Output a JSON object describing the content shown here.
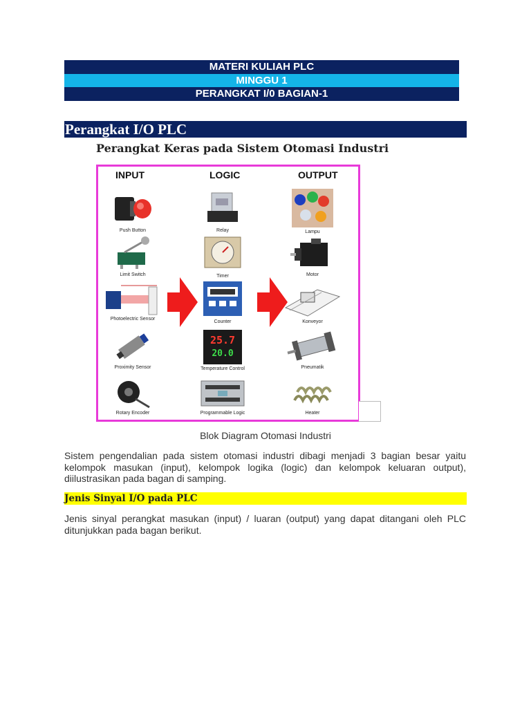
{
  "header": {
    "line1": "MATERI KULIAH PLC",
    "line2": "MINGGU 1",
    "line3": "PERANGKAT I/0 BAGIAN-1"
  },
  "section": {
    "title": "Perangkat I/O PLC",
    "subtitle": "Perangkat Keras pada Sistem Otomasi Industri"
  },
  "diagram": {
    "columns": [
      "INPUT",
      "LOGIC",
      "OUTPUT"
    ],
    "input_items": [
      "Push Button",
      "Limit Switch",
      "Photoelectric Sensor",
      "Proximity Sensor",
      "Rotary Encoder"
    ],
    "logic_items": [
      "Relay",
      "Timer",
      "Counter",
      "Temperature Control",
      "Programmable Logic"
    ],
    "output_items": [
      "Lampu",
      "Motor",
      "Konveyor",
      "Pneumatik",
      "Heater"
    ],
    "temp_display": {
      "pv": "25.7",
      "sv": "20.0"
    },
    "caption": "Blok Diagram Otomasi Industri",
    "colors": {
      "frame": "#e83ad9",
      "arrow": "#ee1c1c"
    }
  },
  "body": {
    "paragraph1": "Sistem pengendalian pada sistem otomasi industri dibagi menjadi 3 bagian besar yaitu kelompok masukan (input), kelompok logika (logic) dan kelompok keluaran output), diilustrasikan pada bagan di samping.",
    "highlight_heading": "Jenis Sinyal I/O pada PLC",
    "paragraph2": "Jenis sinyal perangkat masukan (input) / luaran (output) yang dapat ditangani oleh PLC ditunjukkan pada bagan berikut."
  },
  "colors": {
    "navy": "#0b2260",
    "cyan": "#14b4e8",
    "highlight": "#ffff00"
  }
}
